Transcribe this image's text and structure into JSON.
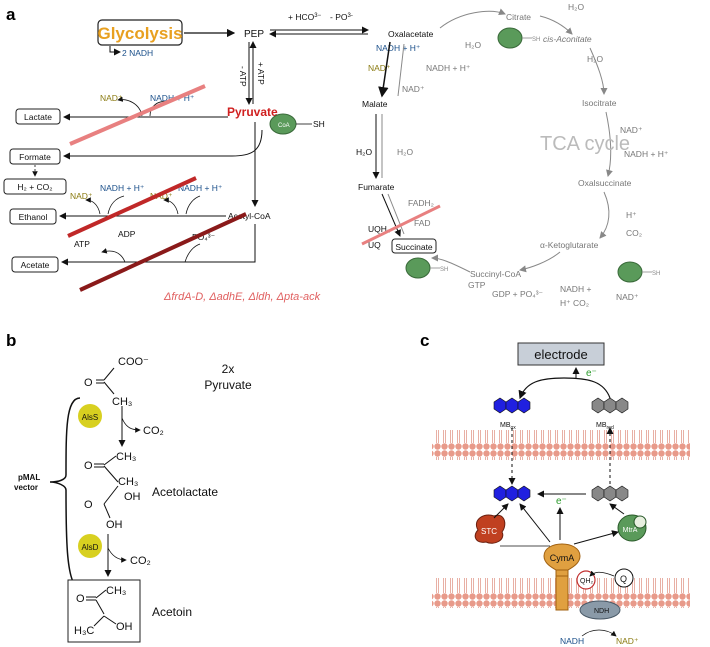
{
  "panels": {
    "a": "a",
    "b": "b",
    "c": "c"
  },
  "panel_a": {
    "glycolysis": "Glycolysis",
    "two_nadh": "2 NADH",
    "pep": "PEP",
    "hco3": "+ HCO",
    "hco3_sup": "3",
    "hco3_charge": "−",
    "po4": "- PO",
    "po4_sub": "4",
    "po4_charge": "3-",
    "minus_atp": "- ATP",
    "plus_atp": "+ ATP",
    "pyruvate": "Pyruvate",
    "coa": "CoA",
    "sh": "SH",
    "lactate": "Lactate",
    "formate": "Formate",
    "h2co2": "H₂ + CO₂",
    "ethanol": "Ethanol",
    "acetate": "Acetate",
    "nad": "NAD⁺",
    "nadh_h": "NADH + H⁺",
    "acetyl_coa": "Acetyl-CoA",
    "adp": "ADP",
    "atp": "ATP",
    "po4_3": "PO₄³⁻",
    "mutations": "ΔfrdA-D, ΔadhE, Δldh, Δpta-ack",
    "oxalacetate": "Oxalacetate",
    "citrate": "Citrate",
    "cis_aconitate": "cis-Aconitate",
    "isocitrate": "Isocitrate",
    "oxalsuccinate": "Oxalsuccinate",
    "ketoglutarate": "α-Ketoglutarate",
    "succinyl_coa": "Succinyl-CoA",
    "succinate": "Succinate",
    "fumarate": "Fumarate",
    "malate": "Malate",
    "h2o": "H₂O",
    "tca": "TCA cycle",
    "h_plus": "H⁺",
    "co2": "CO₂",
    "fadh2": "FADH₂",
    "fad": "FAD",
    "uqh2": "UQH₂",
    "uq": "UQ",
    "gtp": "GTP",
    "gdp_po4": "GDP + PO₄³⁻",
    "nadh_plus": "NADH +",
    "h_co2": "H⁺  CO₂"
  },
  "panel_b": {
    "coo": "COO⁻",
    "ch3": "CH₃",
    "o": "O",
    "twox": "2x",
    "pyruvate": "Pyruvate",
    "alss": "AlsS",
    "co2": "CO₂",
    "pmal": "pMAL",
    "vector": "vector",
    "acetolactate": "Acetolactate",
    "oh": "OH",
    "alsd": "AlsD",
    "acetoin": "Acetoin",
    "h3c": "H₃C"
  },
  "panel_c": {
    "electrode": "electrode",
    "e_minus": "e⁻",
    "mb_ox": "MB",
    "mb_ox_sub": "ox",
    "mb_red": "MB",
    "mb_red_sub": "red",
    "stc": "STC",
    "mtra": "MtrA",
    "cyma": "CymA",
    "qh2": "QH₂",
    "q": "Q",
    "ndh": "NDH",
    "nadh": "NADH",
    "nad": "NAD⁺"
  },
  "colors": {
    "glycolysis": "#e8a020",
    "pyruvate": "#d02020",
    "blue": "#1a4f8a",
    "olive": "#8a7a10",
    "mutation_pink": "#e88080",
    "mutation_dark": "#8a1a1a",
    "membrane": "#e8a090",
    "mb_blue": "#2020e0",
    "enzyme_yellow": "#d8d020",
    "protein_green": "#5a9a5a"
  }
}
